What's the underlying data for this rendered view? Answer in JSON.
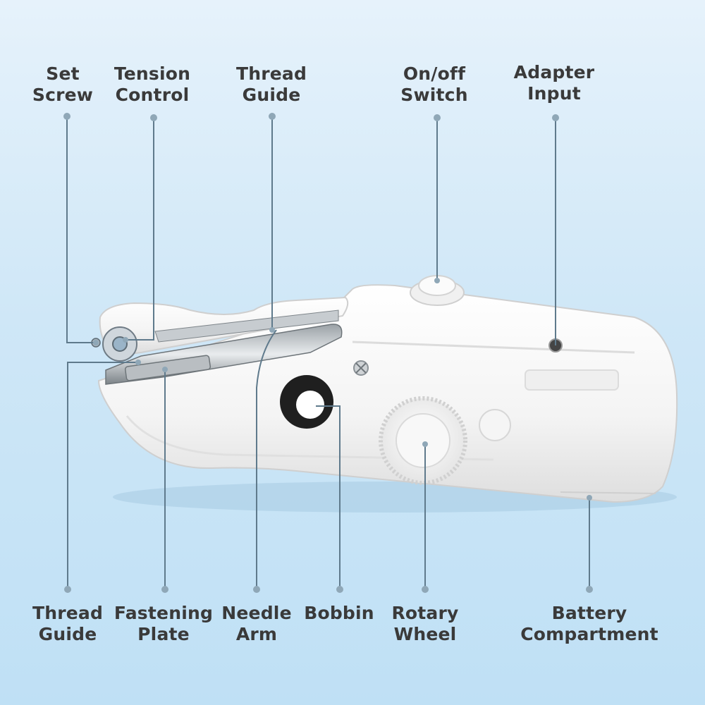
{
  "labels": {
    "set_screw": "Set\nScrew",
    "tension_control": "Tension\nControl",
    "thread_guide_top": "Thread\nGuide",
    "on_off_switch": "On/off\nSwitch",
    "adapter_input": "Adapter\nInput",
    "thread_guide_bottom": "Thread\nGuide",
    "fastening_plate": "Fastening\nPlate",
    "needle_arm": "Needle\nArm",
    "bobbin": "Bobbin",
    "rotary_wheel": "Rotary\nWheel",
    "battery_compartment": "Battery\nCompartment"
  },
  "colors": {
    "background_top": "#e6f2fb",
    "background_bottom": "#bfe0f5",
    "leader_line": "#5f7a8c",
    "label_text": "#3a3a3a",
    "device_body": "#f7f7f7"
  }
}
